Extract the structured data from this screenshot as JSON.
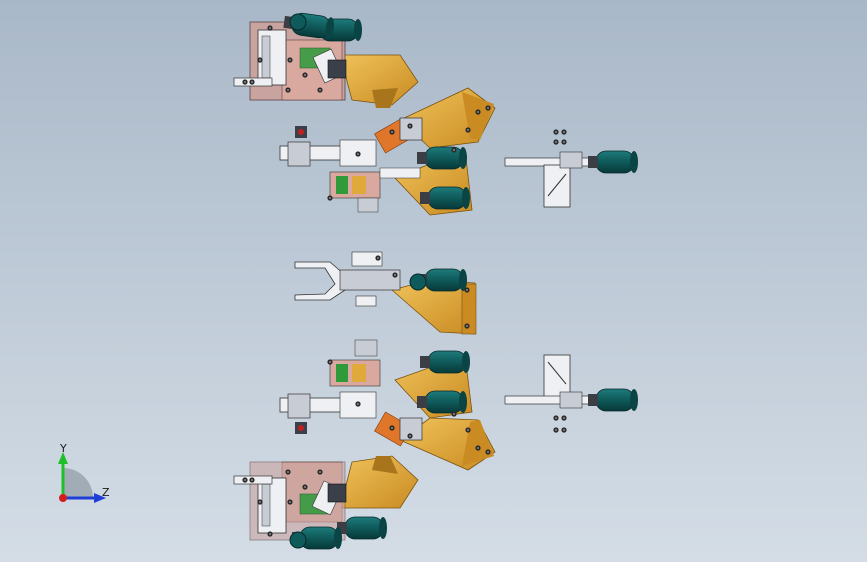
{
  "app": {
    "view_background_top": "#a9b8c8",
    "view_background_bottom": "#d4dde6"
  },
  "triad": {
    "y_label": "Y",
    "z_label": "Z",
    "y_color": "#1fbf2a",
    "z_color": "#1f3fd8",
    "x_color": "#d41c1c"
  },
  "palette": {
    "cylinder": "#0f5a5a",
    "cylinder_dark": "#083838",
    "bracket": "#e0a93b",
    "bracket_dark": "#a8741c",
    "plate_pink": "#d9a9a0",
    "plate_steel": "#c8ccd4",
    "plate_white": "#eef0f3",
    "clamp_green": "#2e9a3a",
    "pad_orange": "#e0762a",
    "bolt": "#2b2b2b",
    "accent_red": "#c02020"
  },
  "model": {
    "assemblies": [
      {
        "id": "top-fixture",
        "type": "fixture-clamp-assembly"
      },
      {
        "id": "upper-clamp-row",
        "type": "gripper-arm-with-cylinders"
      },
      {
        "id": "upper-right-gripper",
        "type": "small-gripper"
      },
      {
        "id": "center-gripper",
        "type": "claw-gripper"
      },
      {
        "id": "lower-clamp-row",
        "type": "gripper-arm-with-cylinders"
      },
      {
        "id": "lower-right-gripper",
        "type": "small-gripper"
      },
      {
        "id": "bottom-fixture",
        "type": "fixture-clamp-assembly"
      }
    ]
  }
}
